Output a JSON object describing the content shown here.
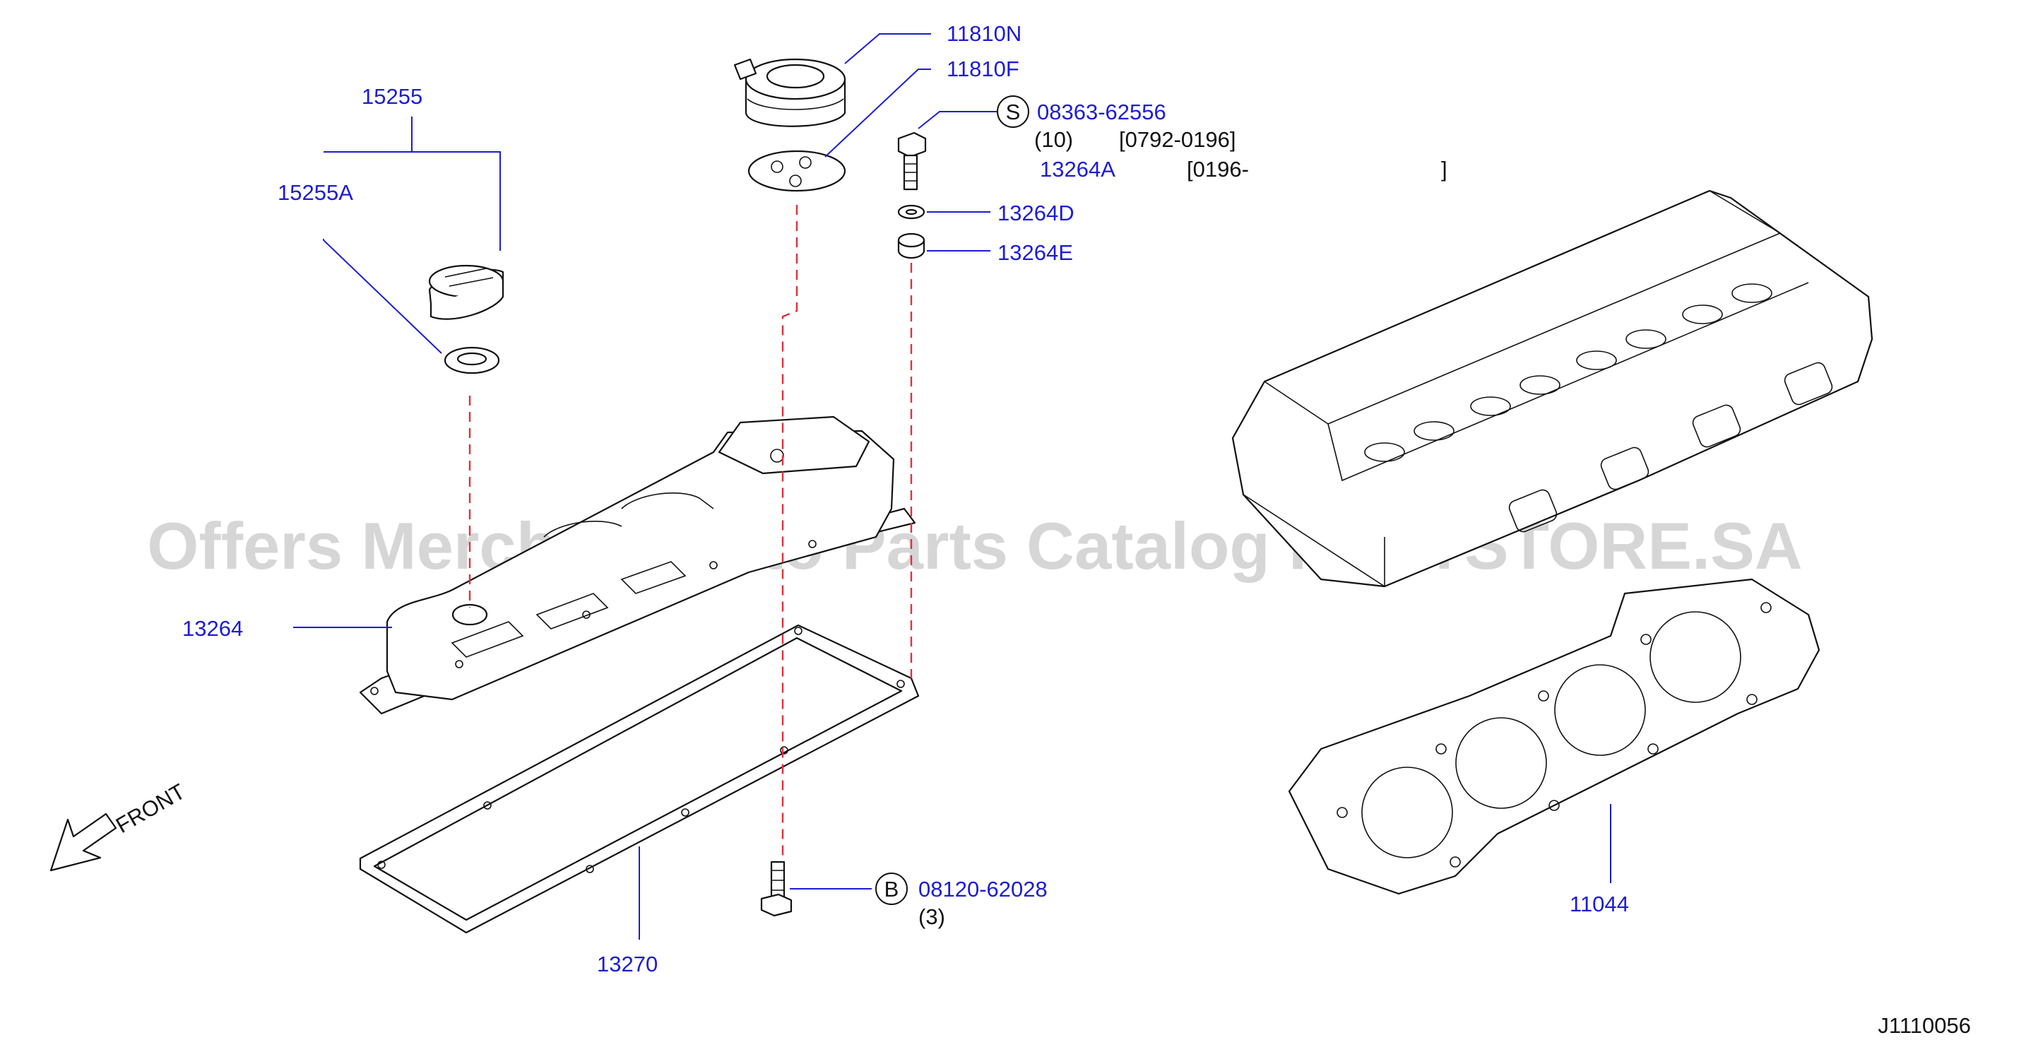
{
  "diagram_code": "J1110056",
  "watermark": "Offers Merchant Auto Parts Catalog PARTSTORE.SA",
  "front_label": "FRONT",
  "colors": {
    "part_number": "#1c1cd6",
    "dashed_guide": "#e0303a",
    "outline": "#111111",
    "watermark": "#bdbdbd"
  },
  "parts": {
    "p11810N": "11810N",
    "p11810F": "11810F",
    "p15255": "15255",
    "p15255A": "15255A",
    "p13264": "13264",
    "p13264A": "13264A",
    "p13264D": "13264D",
    "p13264E": "13264E",
    "p13270": "13270",
    "p11044": "11044"
  },
  "fasteners": {
    "bolt_s": {
      "symbol": "S",
      "part_number": "08363-62556",
      "qty": "(10)",
      "date_range": "[0792-0196]",
      "alt_date_open": "[0196-",
      "alt_date_close": "]"
    },
    "bolt_b": {
      "symbol": "B",
      "part_number": "08120-62028",
      "qty": "(3)"
    }
  }
}
